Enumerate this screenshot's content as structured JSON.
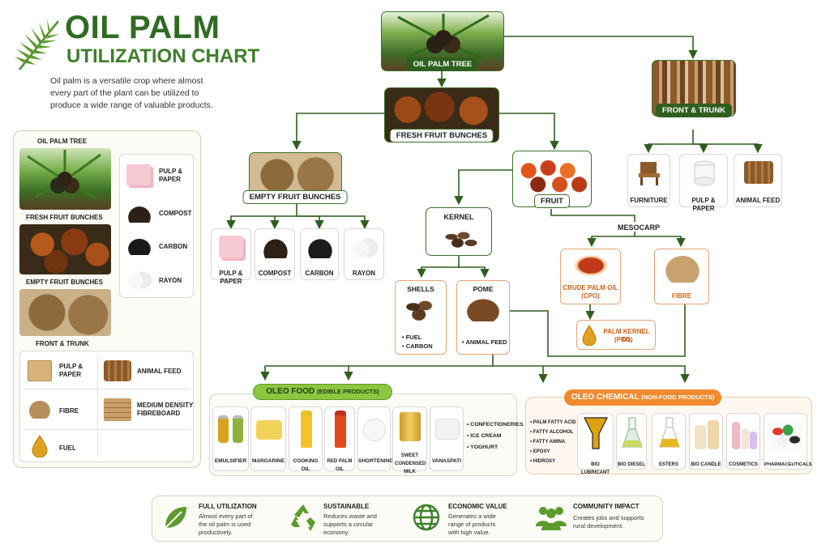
{
  "header": {
    "title_line1": "OIL PALM",
    "title_line2": "UTILIZATION CHART",
    "intro": "Oil palm is a versatile crop where almost every part of the plant can be utilized to produce a wide range of valuable products."
  },
  "left_panel": {
    "oil_palm_tree": "OIL PALM TREE",
    "fresh_fruit_bunches": "FRESH FRUIT BUNCHES",
    "empty_fruit_bunches": "EMPTY FRUIT BUNCHES",
    "front_trunk": "FRONT & TRUNK",
    "efb_products": [
      "PULP & PAPER",
      "COMPOST",
      "CARBON",
      "RAYON"
    ],
    "trunk_products": [
      "PULP & PAPER",
      "ANIMAL FEED",
      "FIBRE",
      "MEDIUM DENSITY FIBREBOARD",
      "FUEL"
    ]
  },
  "flow": {
    "oil_palm_tree": "OIL PALM TREE",
    "front_trunk": "FRONT & TRUNK",
    "trunk_products": [
      "FURNITURE",
      "PULP & PAPER",
      "ANIMAL FEED"
    ],
    "fresh_fruit_bunches": "FRESH FRUIT BUNCHES",
    "empty_fruit_bunches": "EMPTY FRUIT BUNCHES",
    "efb_products": [
      "PULP & PAPER",
      "COMPOST",
      "CARBON",
      "RAYON"
    ],
    "fruit": "FRUIT",
    "kernel": "KERNEL",
    "mesocarp": "MESOCARP",
    "shells": "SHELLS",
    "shells_uses": [
      "FUEL",
      "CARBON"
    ],
    "pome": "POME",
    "pome_uses": [
      "ANIMAL FEED"
    ],
    "crude_palm_oil": "CRUDE PALM OIL",
    "cpo": "(CPO)",
    "fibre": "FIBRE",
    "palm_kernel_oil": "PALM KERNEL OIL",
    "pko": "(PKO)"
  },
  "oleo_food": {
    "title": "OLEO FOOD",
    "subtitle": "(EDIBLE PRODUCTS)",
    "items": [
      "EMULSIFIER",
      "MARGARINE",
      "COOKING OIL",
      "RED PALM OIL",
      "SHORTENING",
      "SWEET CONDENSED MILK",
      "VANASPATI"
    ],
    "extra": [
      "CONFECTIONERIES",
      "ICE CREAM",
      "YOGHURT"
    ]
  },
  "oleo_chemical": {
    "title": "OLEO CHEMICAL",
    "subtitle": "(NON-FOOD PRODUCTS)",
    "list": [
      "PALM FATTY ACID",
      "FATTY ALCOHOL",
      "FATTY AMINA",
      "EPOXY",
      "HIDROXY"
    ],
    "items": [
      "BIO LUBRICANT",
      "BIO DIESEL",
      "ESTERS",
      "BIO CANDLE",
      "COSMETICS",
      "PHARMACEUTICALS"
    ]
  },
  "footer": [
    {
      "title": "FULL UTILIZATION",
      "desc": "Almost every part of the oil palm is used productively.",
      "icon": "leaf-icon"
    },
    {
      "title": "SUSTAINABLE",
      "desc": "Reduces waste and supports a circular economy.",
      "icon": "recycle-icon"
    },
    {
      "title": "ECONOMIC VALUE",
      "desc": "Generates a wide range of products with high value.",
      "icon": "globe-icon"
    },
    {
      "title": "COMMUNITY IMPACT",
      "desc": "Creates jobs and supports rural development.",
      "icon": "people-icon"
    }
  ],
  "colors": {
    "dark_green": "#2f5f1e",
    "light_green": "#8cc63f",
    "orange": "#f18a2f",
    "accent_orange_text": "#d2601a"
  }
}
